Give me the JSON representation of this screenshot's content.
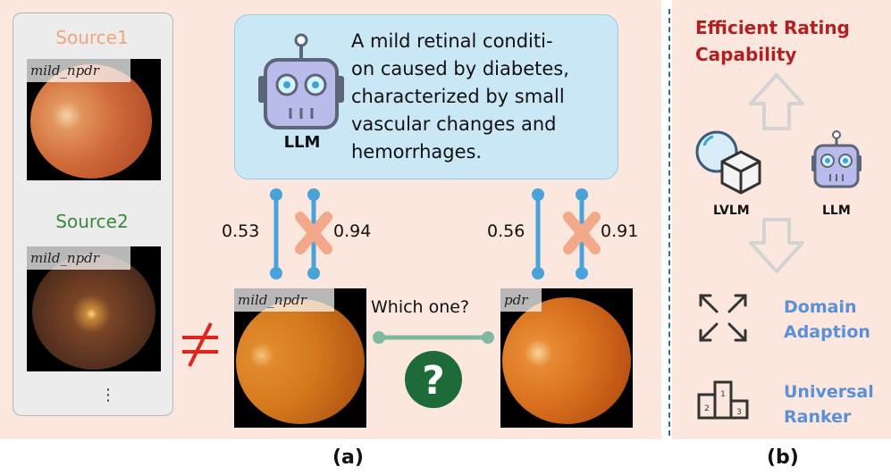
{
  "panel_a": {
    "sources": [
      {
        "label": "Source1",
        "tag": "mild_npdr",
        "color": "#f0a47a"
      },
      {
        "label": "Source2",
        "tag": "mild_npdr",
        "color": "#3a8a3a"
      }
    ],
    "more": "⋮",
    "llm_box": {
      "lines": [
        "A mild retinal conditi-",
        "on caused by diabetes,",
        "characterized by small",
        "vascular changes and",
        "hemorrhages."
      ],
      "robot_label": "LLM"
    },
    "left_scores": {
      "kept": "0.53",
      "crossed": "0.94"
    },
    "right_scores": {
      "kept": "0.56",
      "crossed": "0.91"
    },
    "compare_left_tag": "mild_npdr",
    "compare_right_tag": "pdr",
    "question": "Which one?",
    "caption": "(a)"
  },
  "panel_b": {
    "title": [
      "Efficient Rating",
      "Capability"
    ],
    "lvlm_label": "LVLM",
    "llm_label": "LLM",
    "domain": [
      "Domain",
      "Adaption"
    ],
    "ranker": [
      "Universal",
      "Ranker"
    ],
    "caption": "(b)"
  },
  "colors": {
    "panel_bg": "#fbe7de",
    "connector": "#4aa3d8",
    "cross": "#f2a98a",
    "title_red": "#b41f1f",
    "blue_text": "#5b8fd6",
    "question_green": "#1e6b3a",
    "link_green": "#7fb9a0",
    "not_equal_red": "#e0241b"
  }
}
